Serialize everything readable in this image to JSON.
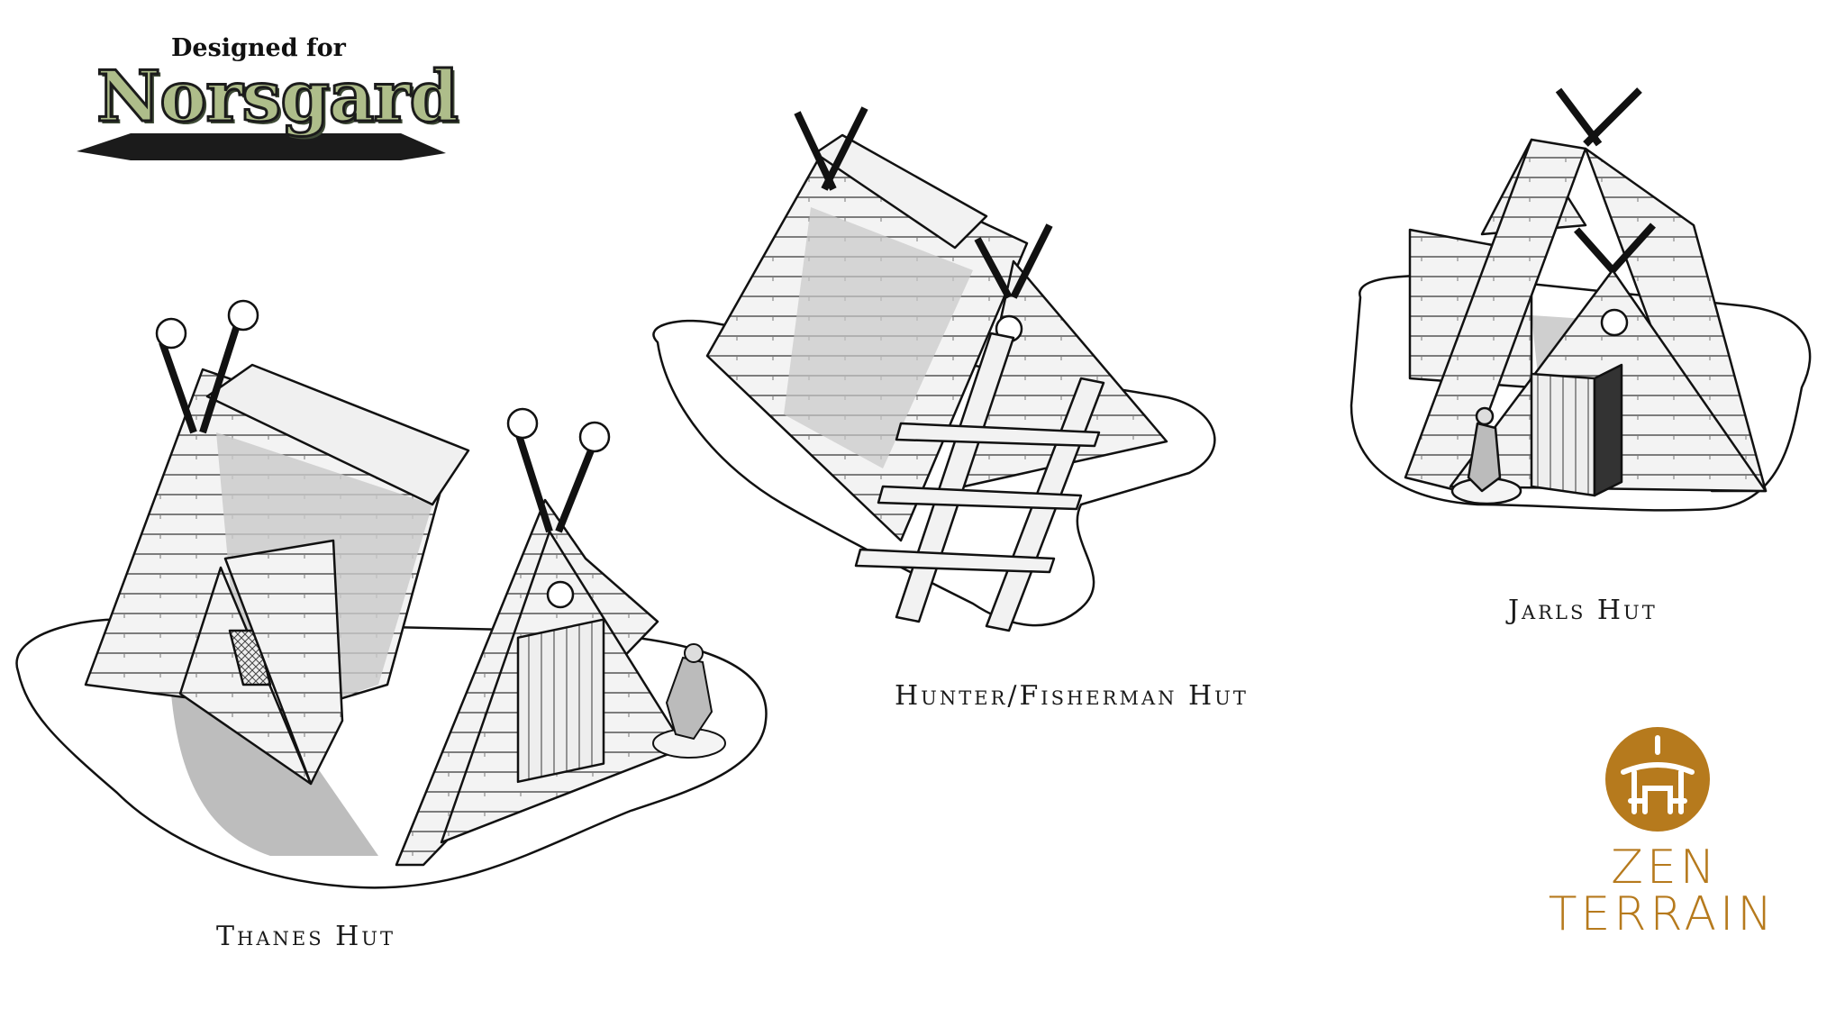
{
  "brand": {
    "designed_for": "Designed for",
    "game_name": "Norsgard"
  },
  "captions": {
    "thanes": "Thanes Hut",
    "hunter": "Hunter/Fisherman Hut",
    "jarls": "Jarls Hut"
  },
  "publisher": {
    "line1": "ZEN",
    "line2": "TERRAIN",
    "color": "#b67a1d"
  },
  "icons": [
    "house-icon",
    "miniature-icon"
  ]
}
